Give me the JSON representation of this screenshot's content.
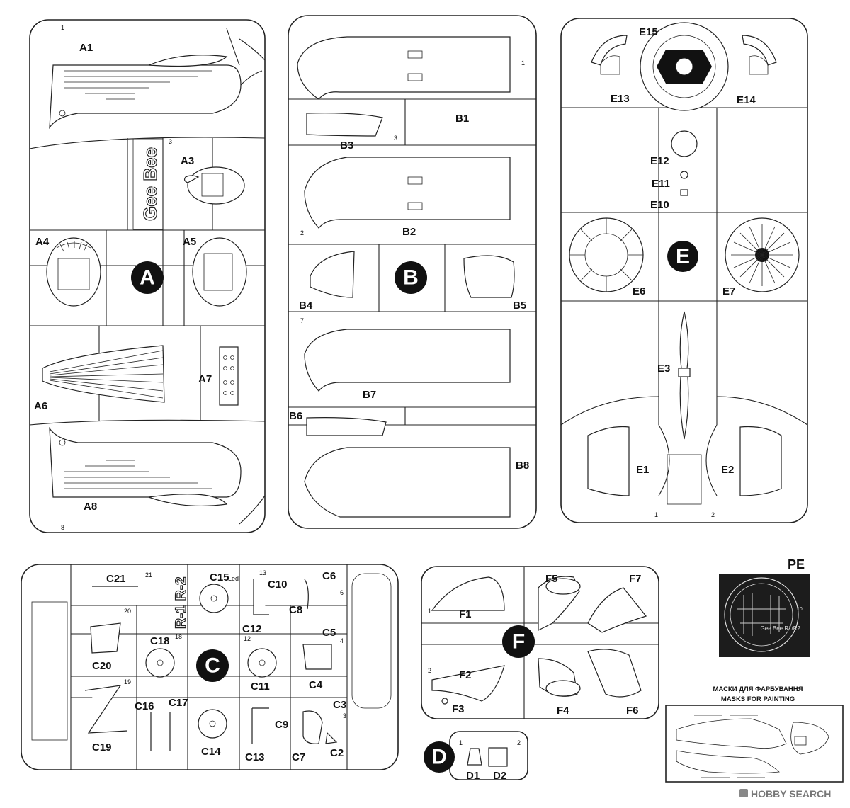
{
  "sprues": {
    "A": {
      "letter": "A",
      "labels": [
        "A1",
        "A3",
        "A4",
        "A5",
        "A6",
        "A7",
        "A8"
      ],
      "cell_numbers": [
        "1",
        "3",
        "8"
      ],
      "decal_text": "Gee Bee"
    },
    "B": {
      "letter": "B",
      "labels": [
        "B1",
        "B2",
        "B3",
        "B4",
        "B5",
        "B6",
        "B7",
        "B8"
      ],
      "cell_numbers": [
        "1",
        "2",
        "3",
        "7"
      ]
    },
    "E": {
      "letter": "E",
      "labels": [
        "E1",
        "E2",
        "E3",
        "E6",
        "E7",
        "E10",
        "E11",
        "E12",
        "E13",
        "E14",
        "E15"
      ],
      "cell_numbers": [
        "1",
        "2"
      ]
    },
    "C": {
      "letter": "C",
      "labels": [
        "C2",
        "C3",
        "C4",
        "C5",
        "C6",
        "C7",
        "C8",
        "C9",
        "C10",
        "C11",
        "C12",
        "C13",
        "C14",
        "C15",
        "C16",
        "C17",
        "C18",
        "C19",
        "C20",
        "C21"
      ],
      "cell_numbers": [
        "21",
        "20",
        "19",
        "18",
        "13",
        "12",
        "6",
        "4",
        "3"
      ],
      "raised_text": "R-1 R-2",
      "tag_text": "Led"
    },
    "F": {
      "letter": "F",
      "labels": [
        "F1",
        "F2",
        "F3",
        "F4",
        "F5",
        "F6",
        "F7"
      ],
      "cell_numbers": [
        "1",
        "2"
      ]
    },
    "D": {
      "letter": "D",
      "labels": [
        "D1",
        "D2"
      ],
      "cell_numbers": [
        "1",
        "2"
      ]
    }
  },
  "pe": {
    "title": "PE",
    "plate_text": "Gee Bee R1/R2",
    "plate_number": "10"
  },
  "masks": {
    "title_ua": "МАСКИ ДЛЯ ФАРБУВАННЯ",
    "title_en": "MASKS FOR PAINTING"
  },
  "watermark": {
    "text": "HOBBY SEARCH"
  }
}
